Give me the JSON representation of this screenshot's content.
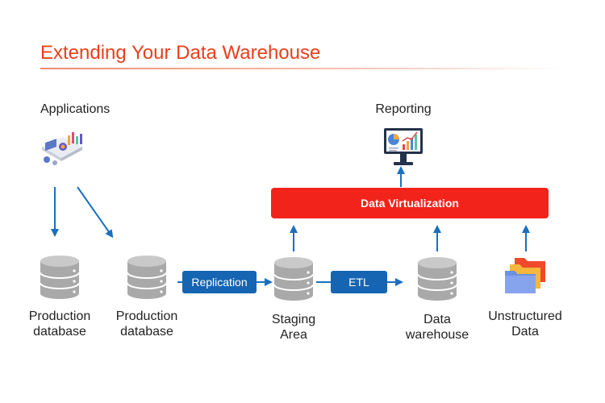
{
  "title": "Extending Your Data Warehouse",
  "sources": {
    "applications_label": "Applications",
    "production_db_1_label": "Production database",
    "production_db_2_label": "Production database",
    "staging_label": "Staging Area",
    "warehouse_label": "Data warehouse",
    "unstructured_label": "Unstructured Data"
  },
  "processes": {
    "replication_label": "Replication",
    "etl_label": "ETL"
  },
  "virtualization": {
    "label": "Data Virtualization"
  },
  "reporting": {
    "label": "Reporting"
  },
  "colors": {
    "accent": "#e8401c",
    "virtualization_bar": "#f2231a",
    "pill": "#1565b3",
    "arrow": "#1a6fbf",
    "database": "#a9a9a9"
  },
  "icons": {
    "applications": "applications-dashboard-icon",
    "reporting": "monitor-chart-icon",
    "database": "database-icon",
    "unstructured": "folders-icon"
  }
}
